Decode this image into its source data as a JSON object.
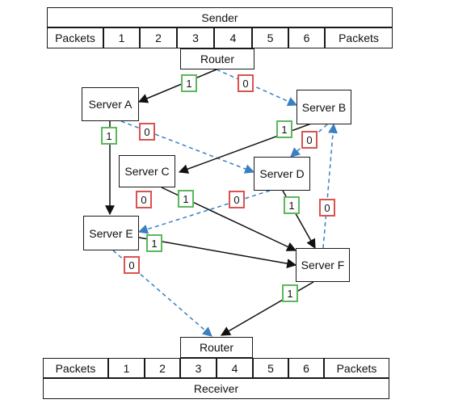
{
  "sender": {
    "title": "Sender",
    "cells": [
      "Packets",
      "1",
      "2",
      "3",
      "4",
      "5",
      "6",
      "Packets"
    ]
  },
  "receiver": {
    "title": "Receiver",
    "cells": [
      "Packets",
      "1",
      "2",
      "3",
      "4",
      "5",
      "6",
      "Packets"
    ]
  },
  "router_top": {
    "label": "Router"
  },
  "router_bottom": {
    "label": "Router"
  },
  "servers": {
    "a": "Server A",
    "b": "Server B",
    "c": "Server C",
    "d": "Server D",
    "e": "Server E",
    "f": "Server F"
  },
  "labels": {
    "rt_a": "1",
    "rt_b": "0",
    "a_e": "1",
    "a_d": "0",
    "b_c": "1",
    "b_d": "0",
    "c_f": "1",
    "c_e": "0",
    "d_e": "0",
    "d_f": "1",
    "f_b": "0",
    "e_f": "1",
    "e_rb": "0",
    "f_rb": "1"
  },
  "colors": {
    "one": "#5cb85c",
    "zero": "#d9534f",
    "dashed_edge": "#3a7fc1",
    "solid_edge": "#111111"
  }
}
